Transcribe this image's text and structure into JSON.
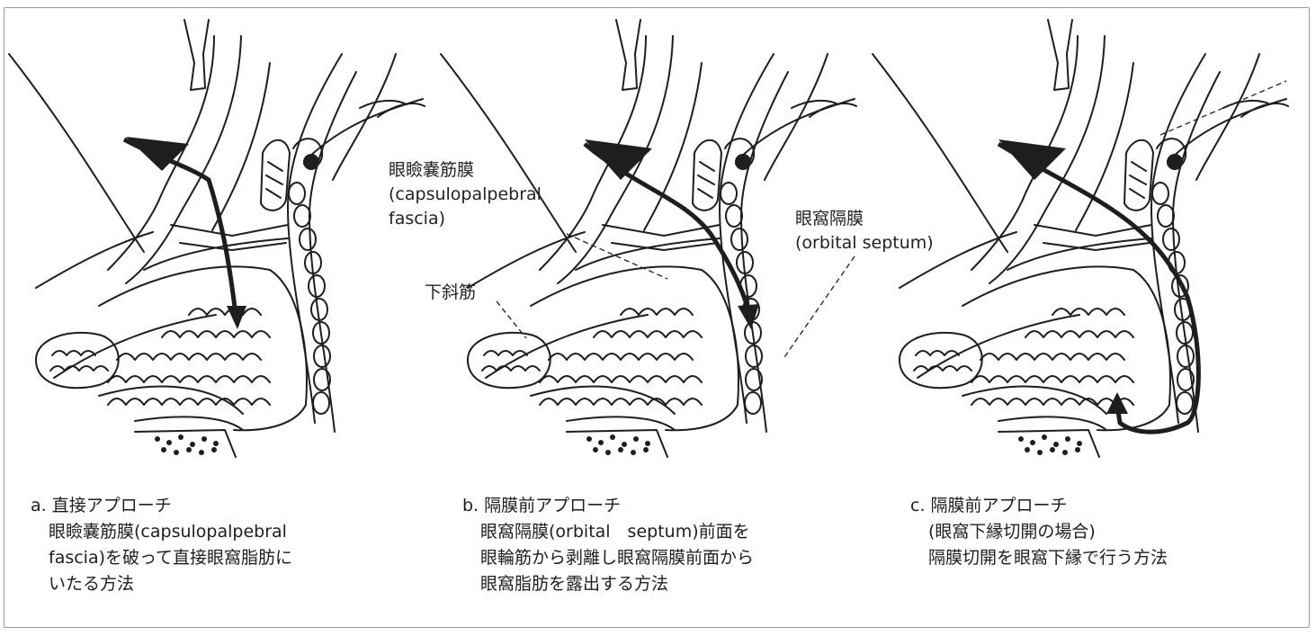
{
  "panels": [
    {
      "title": "a. 直接アプローチ",
      "description": [
        "眼瞼嚢筋膜(capsulopalpebral",
        "fascia)を破って直接眼窩脂肪に",
        "いたる方法"
      ]
    },
    {
      "title": "b. 隔膜前アプローチ",
      "description": [
        "眼窩隔膜(orbital　septum)前面を",
        "眼輪筋から剥離し眼窩隔膜前面から",
        "眼窩脂肪を露出する方法"
      ]
    },
    {
      "title": "c. 隔膜前アプローチ",
      "description": [
        "(眼窩下縁切開の場合)",
        "隔膜切開を眼窩下縁で行う方法"
      ]
    }
  ],
  "labels": {
    "capsulopalpebral": [
      "眼瞼嚢筋膜",
      "(capsulopalpebral",
      "fascia)"
    ],
    "septum": [
      "眼窩隔膜",
      "(orbital septum)"
    ],
    "inferior_oblique": "下斜筋"
  },
  "colors": {
    "line": "#1e1e1e",
    "frame": "#9a9a9a"
  }
}
